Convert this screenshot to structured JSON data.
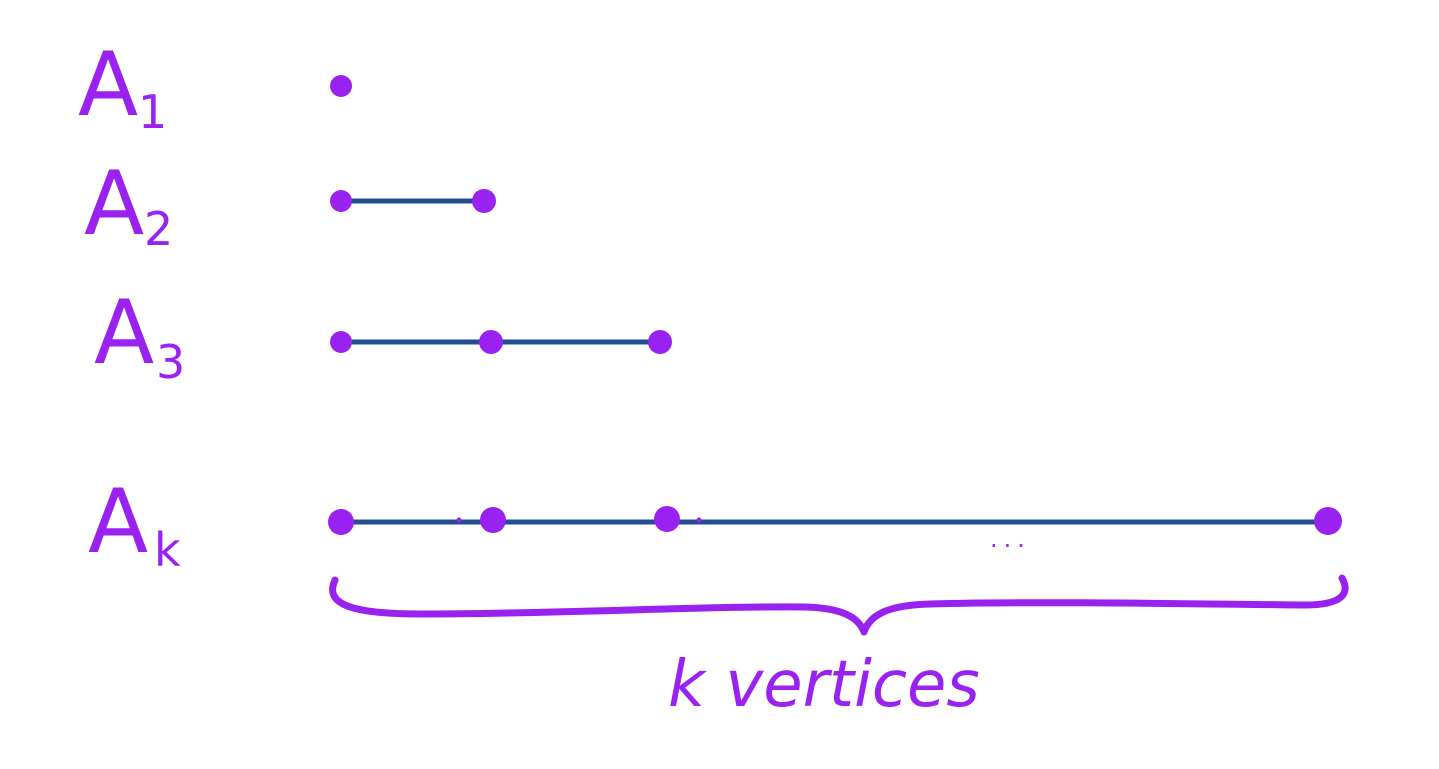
{
  "colors": {
    "ink": "#9a22f0",
    "edge": "#234f91",
    "background": "#ffffff"
  },
  "rows": [
    {
      "base": "A",
      "sub": "1",
      "vertex_count": 1,
      "ellipsis": ""
    },
    {
      "base": "A",
      "sub": "2",
      "vertex_count": 2,
      "ellipsis": ""
    },
    {
      "base": "A",
      "sub": "3",
      "vertex_count": 3,
      "ellipsis": ""
    },
    {
      "base": "A",
      "sub": "k",
      "vertex_count": "k",
      "ellipsis": "..."
    }
  ],
  "caption": "k vertices"
}
